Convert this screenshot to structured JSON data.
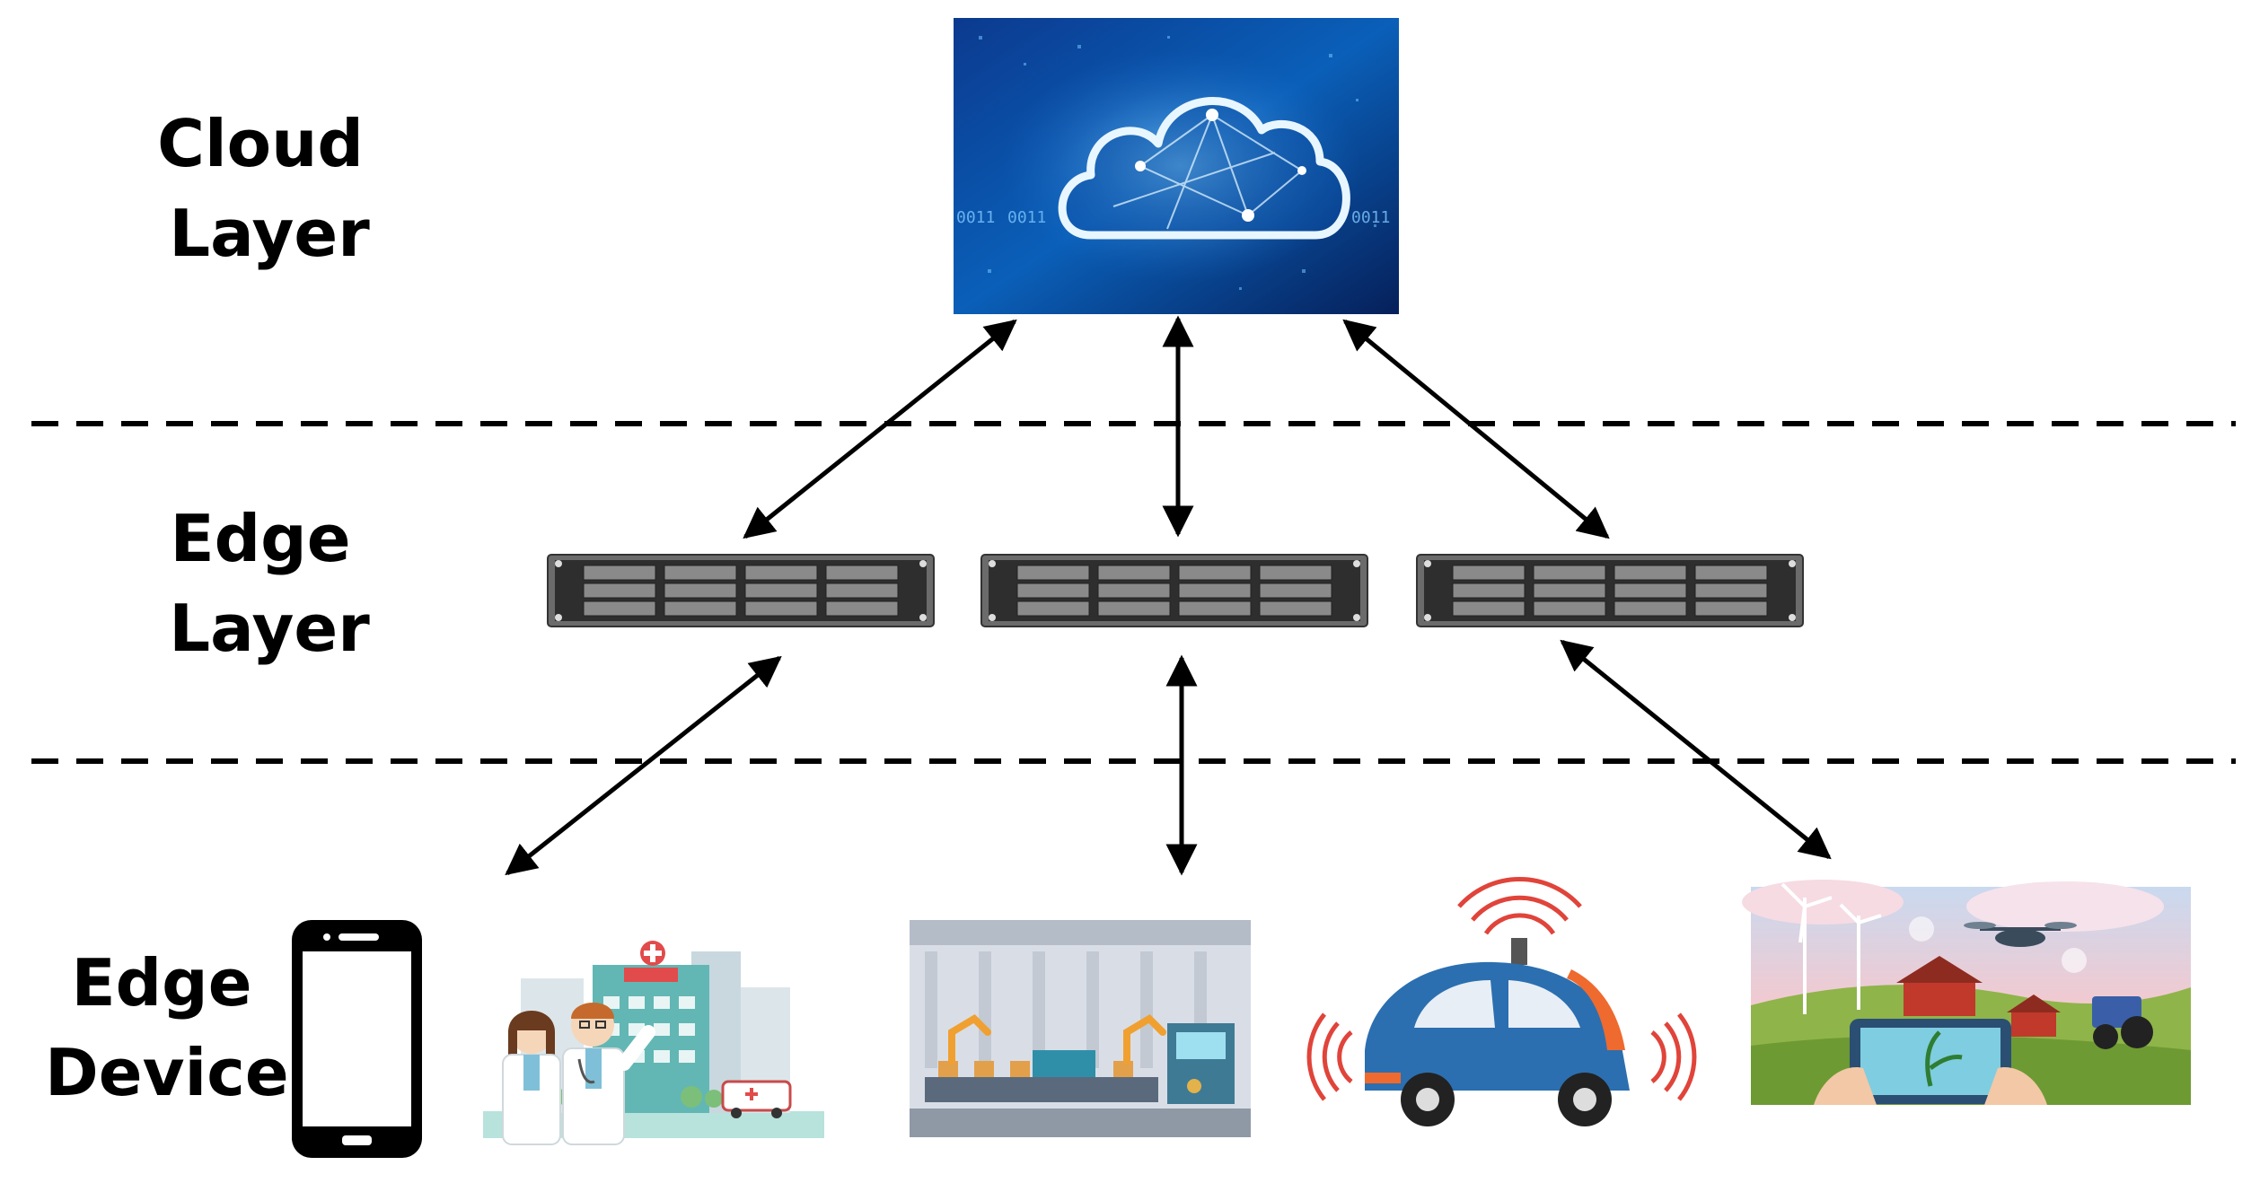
{
  "labels": {
    "cloud_layer": [
      "Cloud",
      "Layer"
    ],
    "edge_layer": [
      "Edge",
      "Layer"
    ],
    "edge_devices": [
      "Edge",
      "Devices"
    ]
  },
  "cloud_image": {
    "binary_text": [
      "0011",
      "0011",
      "0011"
    ]
  },
  "colors": {
    "arrow": "#000000",
    "divider": "#000000",
    "cloud_bg": "#0a2a6b",
    "server_body": "#4a4a4a"
  },
  "icons": [
    "cloud-icon",
    "server-rack-icon",
    "smartphone-icon",
    "hospital-icon",
    "factory-icon",
    "autonomous-car-icon",
    "smart-farm-icon"
  ]
}
